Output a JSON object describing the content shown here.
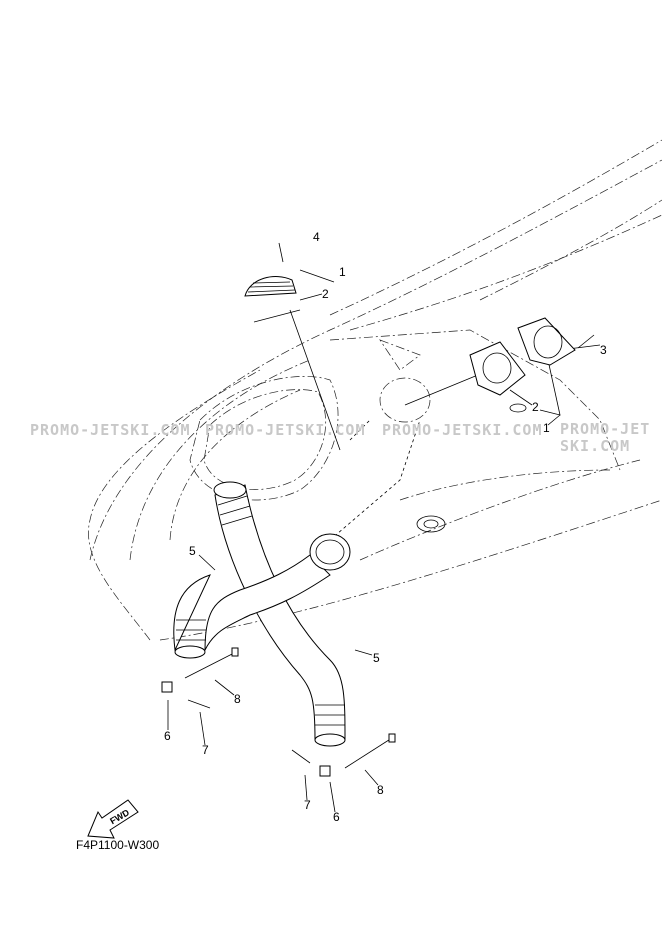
{
  "diagram_code": "F4P1100-W300",
  "watermark": "PROMO-JETSKI.COM",
  "fwd_label": "FWD",
  "callouts": [
    {
      "id": "c4a",
      "label": "4"
    },
    {
      "id": "c1a",
      "label": "1"
    },
    {
      "id": "c2a",
      "label": "2"
    },
    {
      "id": "c3a",
      "label": "3"
    },
    {
      "id": "c2b",
      "label": "2"
    },
    {
      "id": "c1b",
      "label": "1"
    },
    {
      "id": "c5a",
      "label": "5"
    },
    {
      "id": "c5b",
      "label": "5"
    },
    {
      "id": "c8a",
      "label": "8"
    },
    {
      "id": "c6a",
      "label": "6"
    },
    {
      "id": "c7a",
      "label": "7"
    },
    {
      "id": "c8b",
      "label": "8"
    },
    {
      "id": "c7b",
      "label": "7"
    },
    {
      "id": "c6b",
      "label": "6"
    }
  ]
}
